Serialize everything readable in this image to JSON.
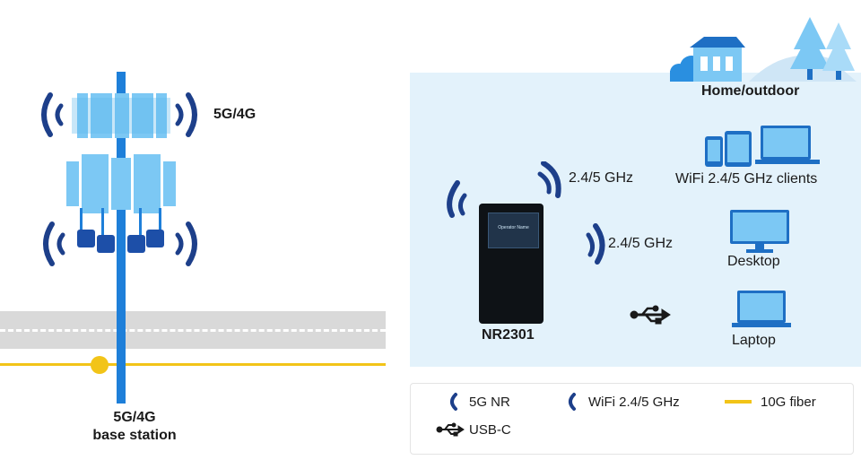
{
  "left": {
    "tower_band_label": "5G/4G",
    "base_station_line1": "5G/4G",
    "base_station_line2": "base station"
  },
  "right": {
    "location_label": "Home/outdoor",
    "router_name": "NR2301",
    "router_screen_text": "Operator Name",
    "wifi_band_clients": "2.4/5 GHz",
    "clients_label": "WiFi 2.4/5 GHz clients",
    "wifi_band_desktop": "2.4/5 GHz",
    "desktop_label": "Desktop",
    "laptop_label": "Laptop"
  },
  "legend": {
    "nr_label": "5G NR",
    "wifi_label": "WiFi 2.4/5 GHz",
    "fiber_label": "10G fiber",
    "usb_label": "USB-C"
  },
  "icons": [
    "cellular-wave-icon",
    "antenna-panel-icon",
    "house-icon",
    "tree-icon",
    "cloud-icon",
    "phone-icon",
    "tablet-icon",
    "laptop-icon",
    "desktop-icon",
    "usb-icon",
    "wifi-wave-icon"
  ],
  "colors": {
    "tower_blue": "#1e7fd9",
    "panel_light_blue": "#7cc8f4",
    "panel_bg": "#e3f2fb",
    "wave_navy": "#1d3f8a",
    "fiber_yellow": "#f2c418",
    "road_gray": "#d9d9d9",
    "router_black": "#0e1216"
  }
}
